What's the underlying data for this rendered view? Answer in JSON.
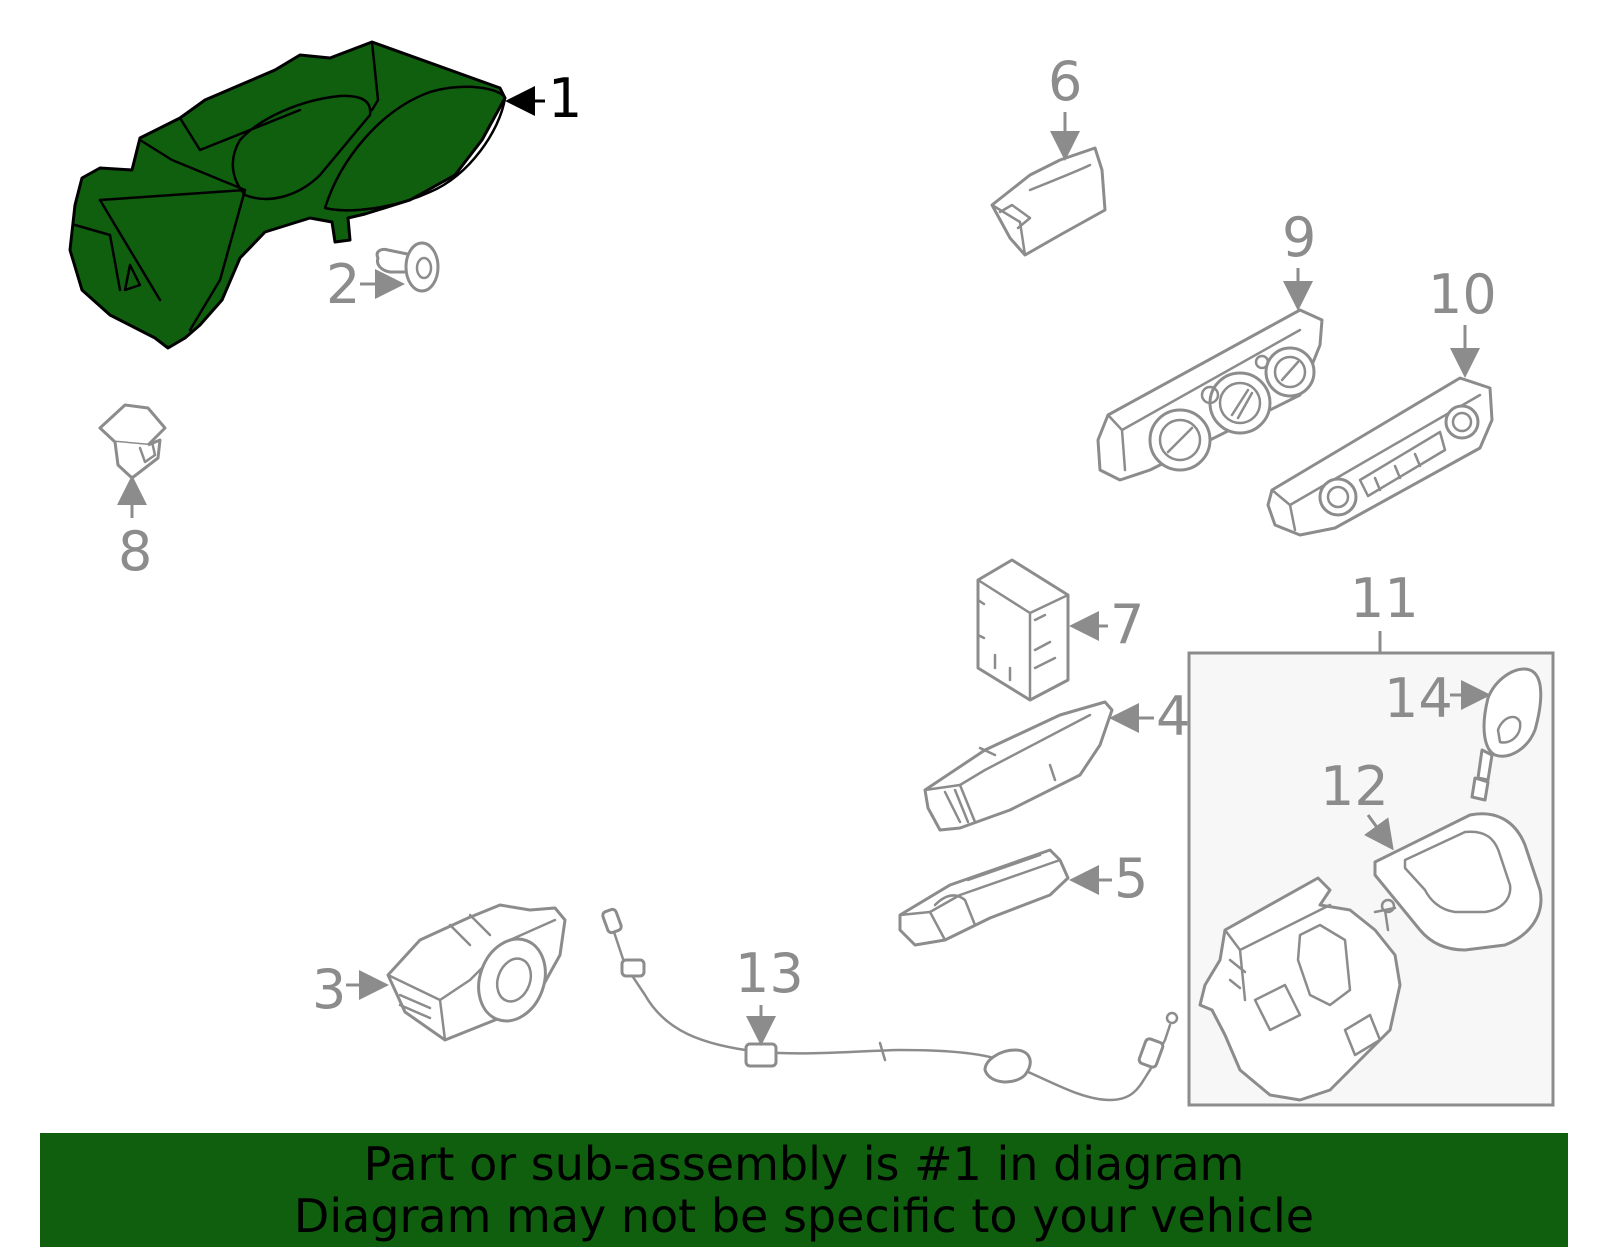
{
  "colors": {
    "highlight_fill": "#0f5f0f",
    "line_gray": "#8c8c8c",
    "banner_background": "#0f5f0f",
    "banner_text": "#000000",
    "group_box_fill": "#f7f7f7"
  },
  "highlighted_part": "1",
  "callouts": {
    "c1": "1",
    "c2": "2",
    "c3": "3",
    "c4": "4",
    "c5": "5",
    "c6": "6",
    "c7": "7",
    "c8": "8",
    "c9": "9",
    "c10": "10",
    "c11": "11",
    "c12": "12",
    "c13": "13",
    "c14": "14"
  },
  "banner": {
    "line1": "Part or sub-assembly is #1 in diagram",
    "line2": "Diagram may not be specific to your vehicle"
  }
}
